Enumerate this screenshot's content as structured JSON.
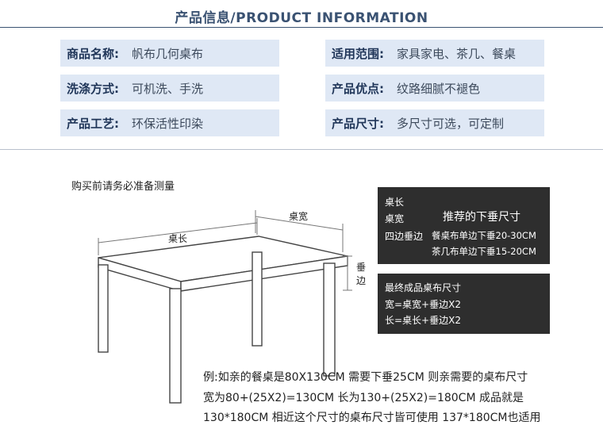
{
  "header": {
    "title": "产品信息/PRODUCT INFORMATION"
  },
  "info": [
    {
      "label": "商品名称:",
      "value": "帆布几何桌布"
    },
    {
      "label": "适用范围:",
      "value": "家具家电、茶几、餐桌"
    },
    {
      "label": "洗涤方式:",
      "value": "可机洗、手洗"
    },
    {
      "label": "产品优点:",
      "value": "纹路细腻不褪色"
    },
    {
      "label": "产品工艺:",
      "value": "环保活性印染"
    },
    {
      "label": "产品尺寸:",
      "value": "多尺寸可选，可定制"
    }
  ],
  "measure": {
    "note": "购买前请务必准备测量",
    "width_label": "桌宽",
    "length_label": "桌长",
    "drop_label_1": "垂",
    "drop_label_2": "边"
  },
  "box1": {
    "l1": "桌长",
    "l2": "桌宽",
    "l3": "四边垂边",
    "title": "推荐的下垂尺寸",
    "r1": "餐桌布单边下垂20-30CM",
    "r2": "茶几布单边下垂15-20CM"
  },
  "box2": {
    "l1": "最终成品桌布尺寸",
    "l2": "宽=桌宽+垂边X2",
    "l3": "长=桌长+垂边X2"
  },
  "example": {
    "line1": "例:如亲的餐桌是80X130CM 需要下垂25CM 则亲需要的桌布尺寸",
    "line2": "宽为80+(25X2)=130CM 长为130+(25X2)=180CM 成品就是",
    "line3": "130*180CM 相近这个尺寸的桌布尺寸皆可使用 137*180CM也适用"
  }
}
